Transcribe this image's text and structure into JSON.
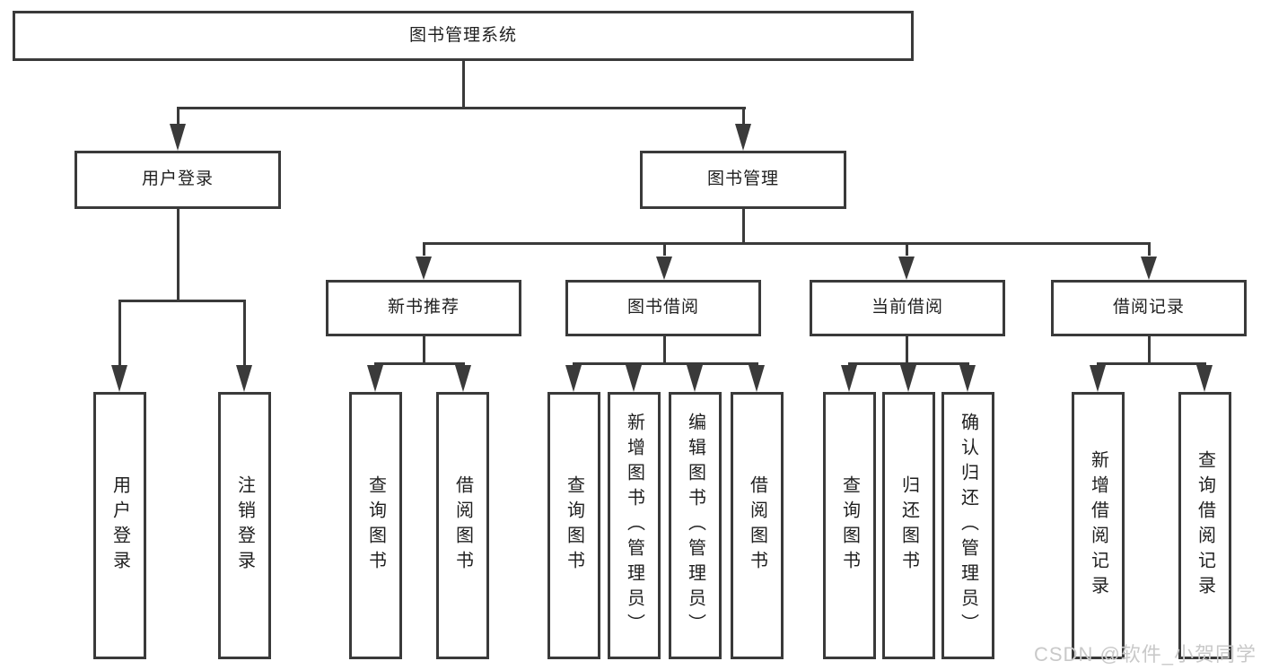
{
  "diagram": {
    "title": "图书管理系统",
    "nodes": {
      "root": "图书管理系统",
      "user_login": "用户登录",
      "book_mgmt": "图书管理",
      "new_books": "新书推荐",
      "book_borrow": "图书借阅",
      "current_borrow": "当前借阅",
      "borrow_records": "借阅记录",
      "leaves": {
        "user_login": [
          "用户登录",
          "注销登录"
        ],
        "new_books": [
          "查询图书",
          "借阅图书"
        ],
        "book_borrow": [
          "查询图书",
          "新增图书（管理员）",
          "编辑图书（管理员）",
          "借阅图书"
        ],
        "current_borrow": [
          "查询图书",
          "归还图书",
          "确认归还（管理员）"
        ],
        "records": [
          "新增借阅记录",
          "查询借阅记录"
        ]
      }
    },
    "colors": {
      "line": "#3a3a3a",
      "text": "#1f1f1f",
      "background": "#ffffff",
      "watermark_color": "#c9c9c9"
    }
  },
  "watermark": "CSDN @软件_小贺同学"
}
